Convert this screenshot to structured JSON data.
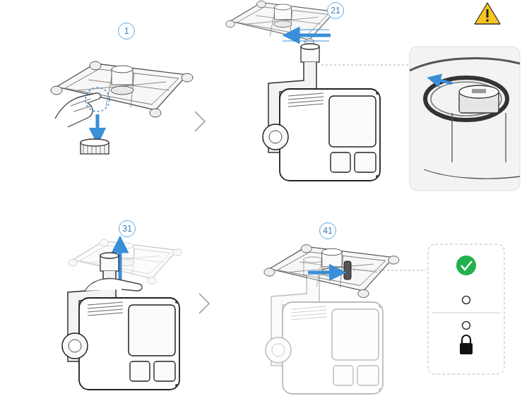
{
  "diagram": {
    "nodes": [
      {
        "text": [
          "1"
        ]
      },
      {
        "text": [
          "21"
        ]
      },
      {
        "text": [
          "31"
        ]
      },
      {
        "text": [
          "41"
        ]
      }
    ]
  }
}
